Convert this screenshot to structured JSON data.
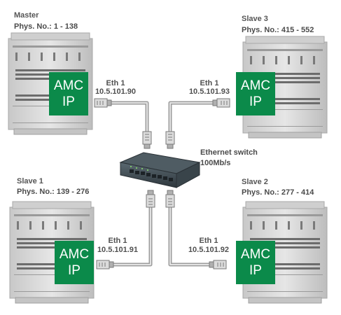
{
  "master": {
    "title": "Master",
    "phys": "Phys. No.: 1 - 138",
    "eth_port": "Eth 1",
    "ip": "10.5.101.90"
  },
  "slave3": {
    "title": "Slave 3",
    "phys": "Phys. No.: 415 - 552",
    "eth_port": "Eth 1",
    "ip": "10.5.101.93"
  },
  "slave1": {
    "title": "Slave 1",
    "phys": "Phys. No.: 139 - 276",
    "eth_port": "Eth 1",
    "ip": "10.5.101.91"
  },
  "slave2": {
    "title": "Slave 2",
    "phys": "Phys. No.: 277 - 414",
    "eth_port": "Eth 1",
    "ip": "10.5.101.92"
  },
  "switch": {
    "line1": "Ethernet switch",
    "line2": "100Mb/s"
  },
  "amc": {
    "line1": "AMC",
    "line2": "IP"
  },
  "colors": {
    "amc_green": "#0b8a4a",
    "cabinet": "#d9d9d9",
    "cable": "#b8b8b8",
    "switch_body": "#3e4a52"
  }
}
